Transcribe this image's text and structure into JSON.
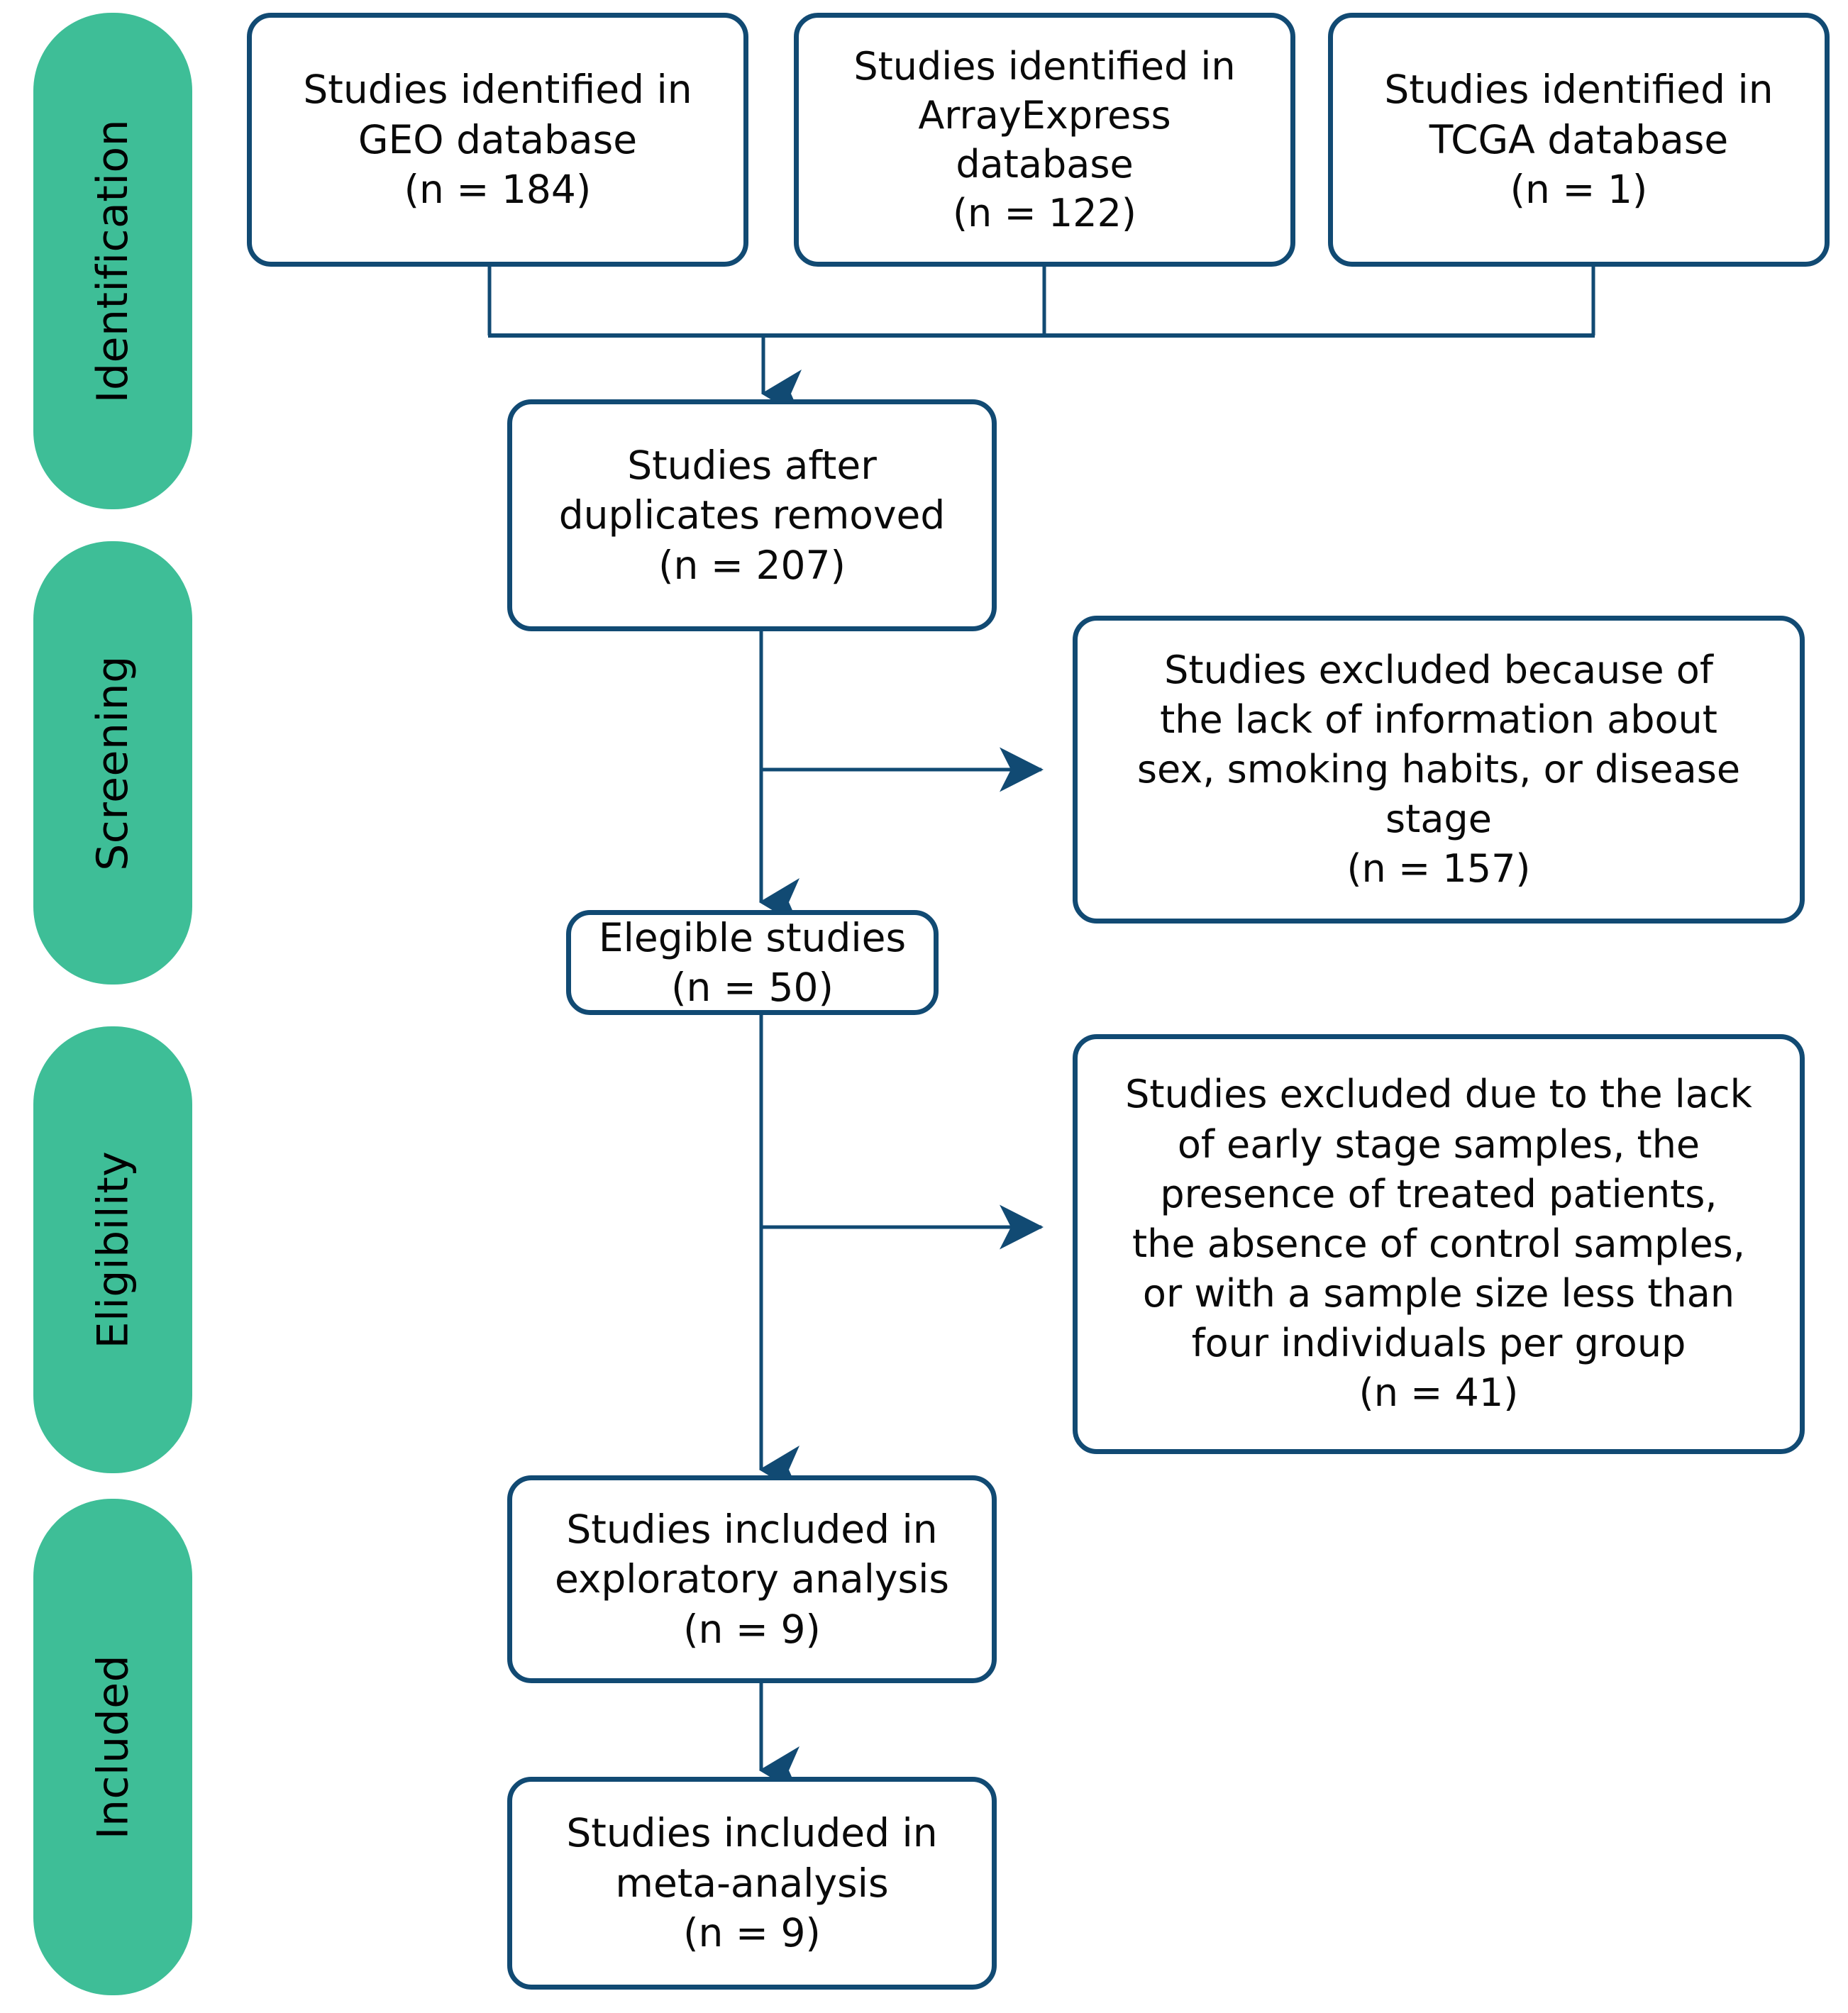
{
  "diagram": {
    "type": "prisma-flow-diagram",
    "colors": {
      "stage_pill_fill": "#3EBE97",
      "box_border": "#114A73",
      "connector": "#114A73",
      "text": "#0a0a0a",
      "background": "#ffffff"
    }
  },
  "stages": [
    {
      "id": "identification",
      "label": "Identification"
    },
    {
      "id": "screening",
      "label": "Screening"
    },
    {
      "id": "eligibility",
      "label": "Eligibility"
    },
    {
      "id": "included",
      "label": "Included"
    }
  ],
  "boxes": {
    "geo": {
      "id": "studies-identified-geo",
      "text": "Studies identified in\nGEO database\n(n = 184)",
      "count": 184,
      "source": "GEO database"
    },
    "arrayexpress": {
      "id": "studies-identified-arrayexpress",
      "text": "Studies identified in\nArrayExpress\ndatabase\n(n = 122)",
      "count": 122,
      "source": "ArrayExpress database"
    },
    "tcga": {
      "id": "studies-identified-tcga",
      "text": "Studies identified in\nTCGA database\n(n = 1)",
      "count": 1,
      "source": "TCGA database"
    },
    "duplicates_removed": {
      "id": "studies-after-duplicates-removed",
      "text": "Studies after\nduplicates removed\n(n = 207)",
      "count": 207
    },
    "excluded_screening": {
      "id": "studies-excluded-screening",
      "text": "Studies excluded because of\nthe lack of information about\nsex, smoking habits, or disease\nstage\n(n = 157)",
      "count": 157
    },
    "eligible": {
      "id": "elegible-studies",
      "text": "Elegible studies\n(n = 50)",
      "count": 50
    },
    "excluded_eligibility": {
      "id": "studies-excluded-eligibility",
      "text": "Studies excluded due to the lack\nof early stage samples, the\npresence of treated patients,\nthe absence of control samples,\nor with a sample size less than\nfour individuals per group\n(n = 41)",
      "count": 41
    },
    "exploratory": {
      "id": "studies-included-exploratory-analysis",
      "text": "Studies included in\nexploratory analysis\n(n = 9)",
      "count": 9
    },
    "meta": {
      "id": "studies-included-meta-analysis",
      "text": "Studies included in\nmeta-analysis\n(n = 9)",
      "count": 9
    }
  },
  "chart_data": {
    "type": "diagram",
    "title": "PRISMA study selection flow diagram",
    "nodes": [
      {
        "id": "geo",
        "stage": "Identification",
        "label": "Studies identified in GEO database",
        "n": 184
      },
      {
        "id": "arrayexpress",
        "stage": "Identification",
        "label": "Studies identified in ArrayExpress database",
        "n": 122
      },
      {
        "id": "tcga",
        "stage": "Identification",
        "label": "Studies identified in TCGA database",
        "n": 1
      },
      {
        "id": "duplicates_removed",
        "stage": "Screening",
        "label": "Studies after duplicates removed",
        "n": 207
      },
      {
        "id": "excluded_screening",
        "stage": "Screening",
        "label": "Studies excluded because of the lack of information about sex, smoking habits, or disease stage",
        "n": 157
      },
      {
        "id": "eligible",
        "stage": "Screening",
        "label": "Elegible studies",
        "n": 50
      },
      {
        "id": "excluded_eligibility",
        "stage": "Eligibility",
        "label": "Studies excluded due to the lack of early stage samples, the presence of treated patients, the absence of control samples, or with a sample size less than four individuals per group",
        "n": 41
      },
      {
        "id": "exploratory",
        "stage": "Included",
        "label": "Studies included in exploratory analysis",
        "n": 9
      },
      {
        "id": "meta",
        "stage": "Included",
        "label": "Studies included in meta-analysis",
        "n": 9
      }
    ],
    "edges": [
      {
        "from": "geo",
        "to": "duplicates_removed"
      },
      {
        "from": "arrayexpress",
        "to": "duplicates_removed"
      },
      {
        "from": "tcga",
        "to": "duplicates_removed"
      },
      {
        "from": "duplicates_removed",
        "to": "excluded_screening"
      },
      {
        "from": "duplicates_removed",
        "to": "eligible"
      },
      {
        "from": "eligible",
        "to": "excluded_eligibility"
      },
      {
        "from": "eligible",
        "to": "exploratory"
      },
      {
        "from": "exploratory",
        "to": "meta"
      }
    ]
  }
}
